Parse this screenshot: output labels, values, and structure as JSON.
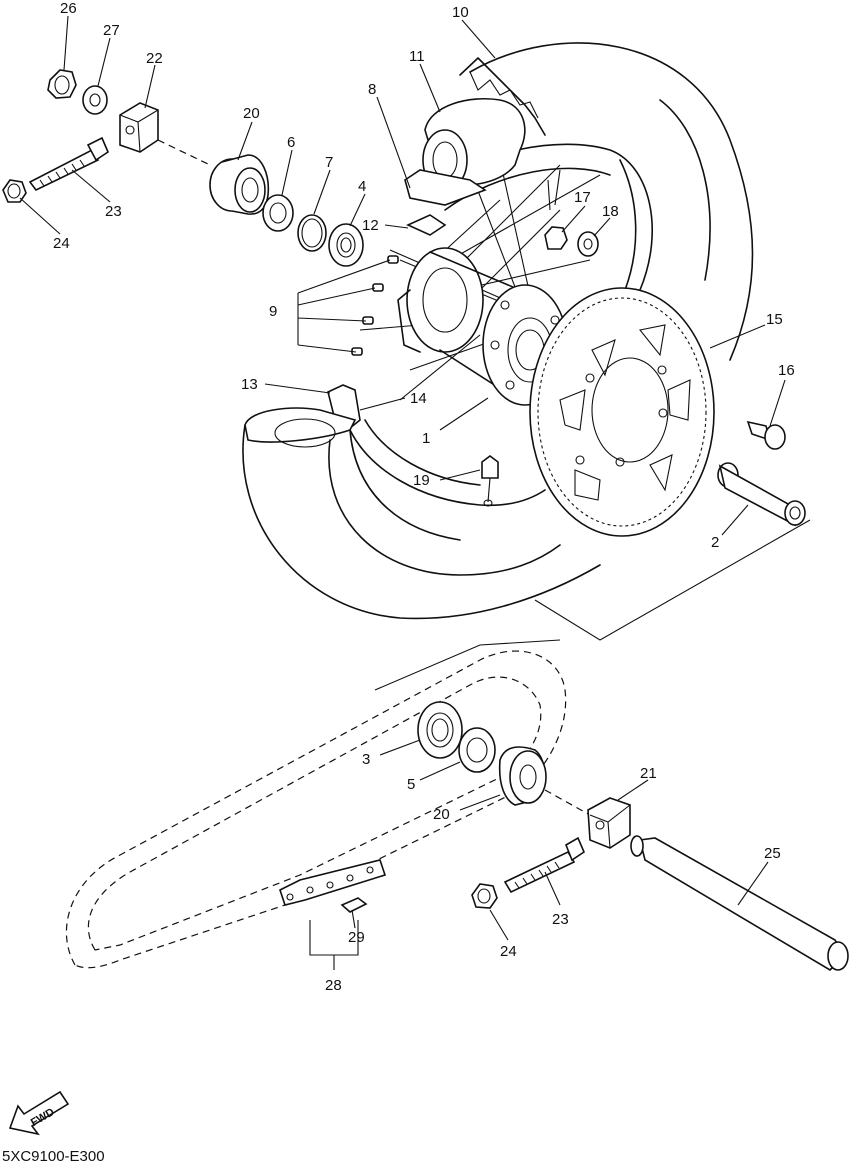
{
  "diagram_code": "5XC9100-E300",
  "fwd_label": "FWD",
  "callouts": [
    "1",
    "2",
    "3",
    "4",
    "5",
    "6",
    "7",
    "8",
    "9",
    "10",
    "11",
    "12",
    "13",
    "14",
    "15",
    "16",
    "17",
    "18",
    "19",
    "20",
    "21",
    "22",
    "23",
    "24",
    "25",
    "26",
    "27",
    "28",
    "29"
  ],
  "callout_labels": [
    {
      "id": "lbl-26",
      "text": "26"
    },
    {
      "id": "lbl-27",
      "text": "27"
    },
    {
      "id": "lbl-22",
      "text": "22"
    },
    {
      "id": "lbl-23a",
      "text": "23"
    },
    {
      "id": "lbl-24a",
      "text": "24"
    },
    {
      "id": "lbl-20a",
      "text": "20"
    },
    {
      "id": "lbl-6",
      "text": "6"
    },
    {
      "id": "lbl-7",
      "text": "7"
    },
    {
      "id": "lbl-4",
      "text": "4"
    },
    {
      "id": "lbl-8",
      "text": "8"
    },
    {
      "id": "lbl-11",
      "text": "11"
    },
    {
      "id": "lbl-10",
      "text": "10"
    },
    {
      "id": "lbl-12",
      "text": "12"
    },
    {
      "id": "lbl-17",
      "text": "17"
    },
    {
      "id": "lbl-18",
      "text": "18"
    },
    {
      "id": "lbl-9",
      "text": "9"
    },
    {
      "id": "lbl-15",
      "text": "15"
    },
    {
      "id": "lbl-16",
      "text": "16"
    },
    {
      "id": "lbl-13",
      "text": "13"
    },
    {
      "id": "lbl-14",
      "text": "14"
    },
    {
      "id": "lbl-1",
      "text": "1"
    },
    {
      "id": "lbl-19",
      "text": "19"
    },
    {
      "id": "lbl-2",
      "text": "2"
    },
    {
      "id": "lbl-3",
      "text": "3"
    },
    {
      "id": "lbl-5",
      "text": "5"
    },
    {
      "id": "lbl-20b",
      "text": "20"
    },
    {
      "id": "lbl-21",
      "text": "21"
    },
    {
      "id": "lbl-25",
      "text": "25"
    },
    {
      "id": "lbl-23b",
      "text": "23"
    },
    {
      "id": "lbl-24b",
      "text": "24"
    },
    {
      "id": "lbl-29",
      "text": "29"
    },
    {
      "id": "lbl-28",
      "text": "28"
    }
  ]
}
